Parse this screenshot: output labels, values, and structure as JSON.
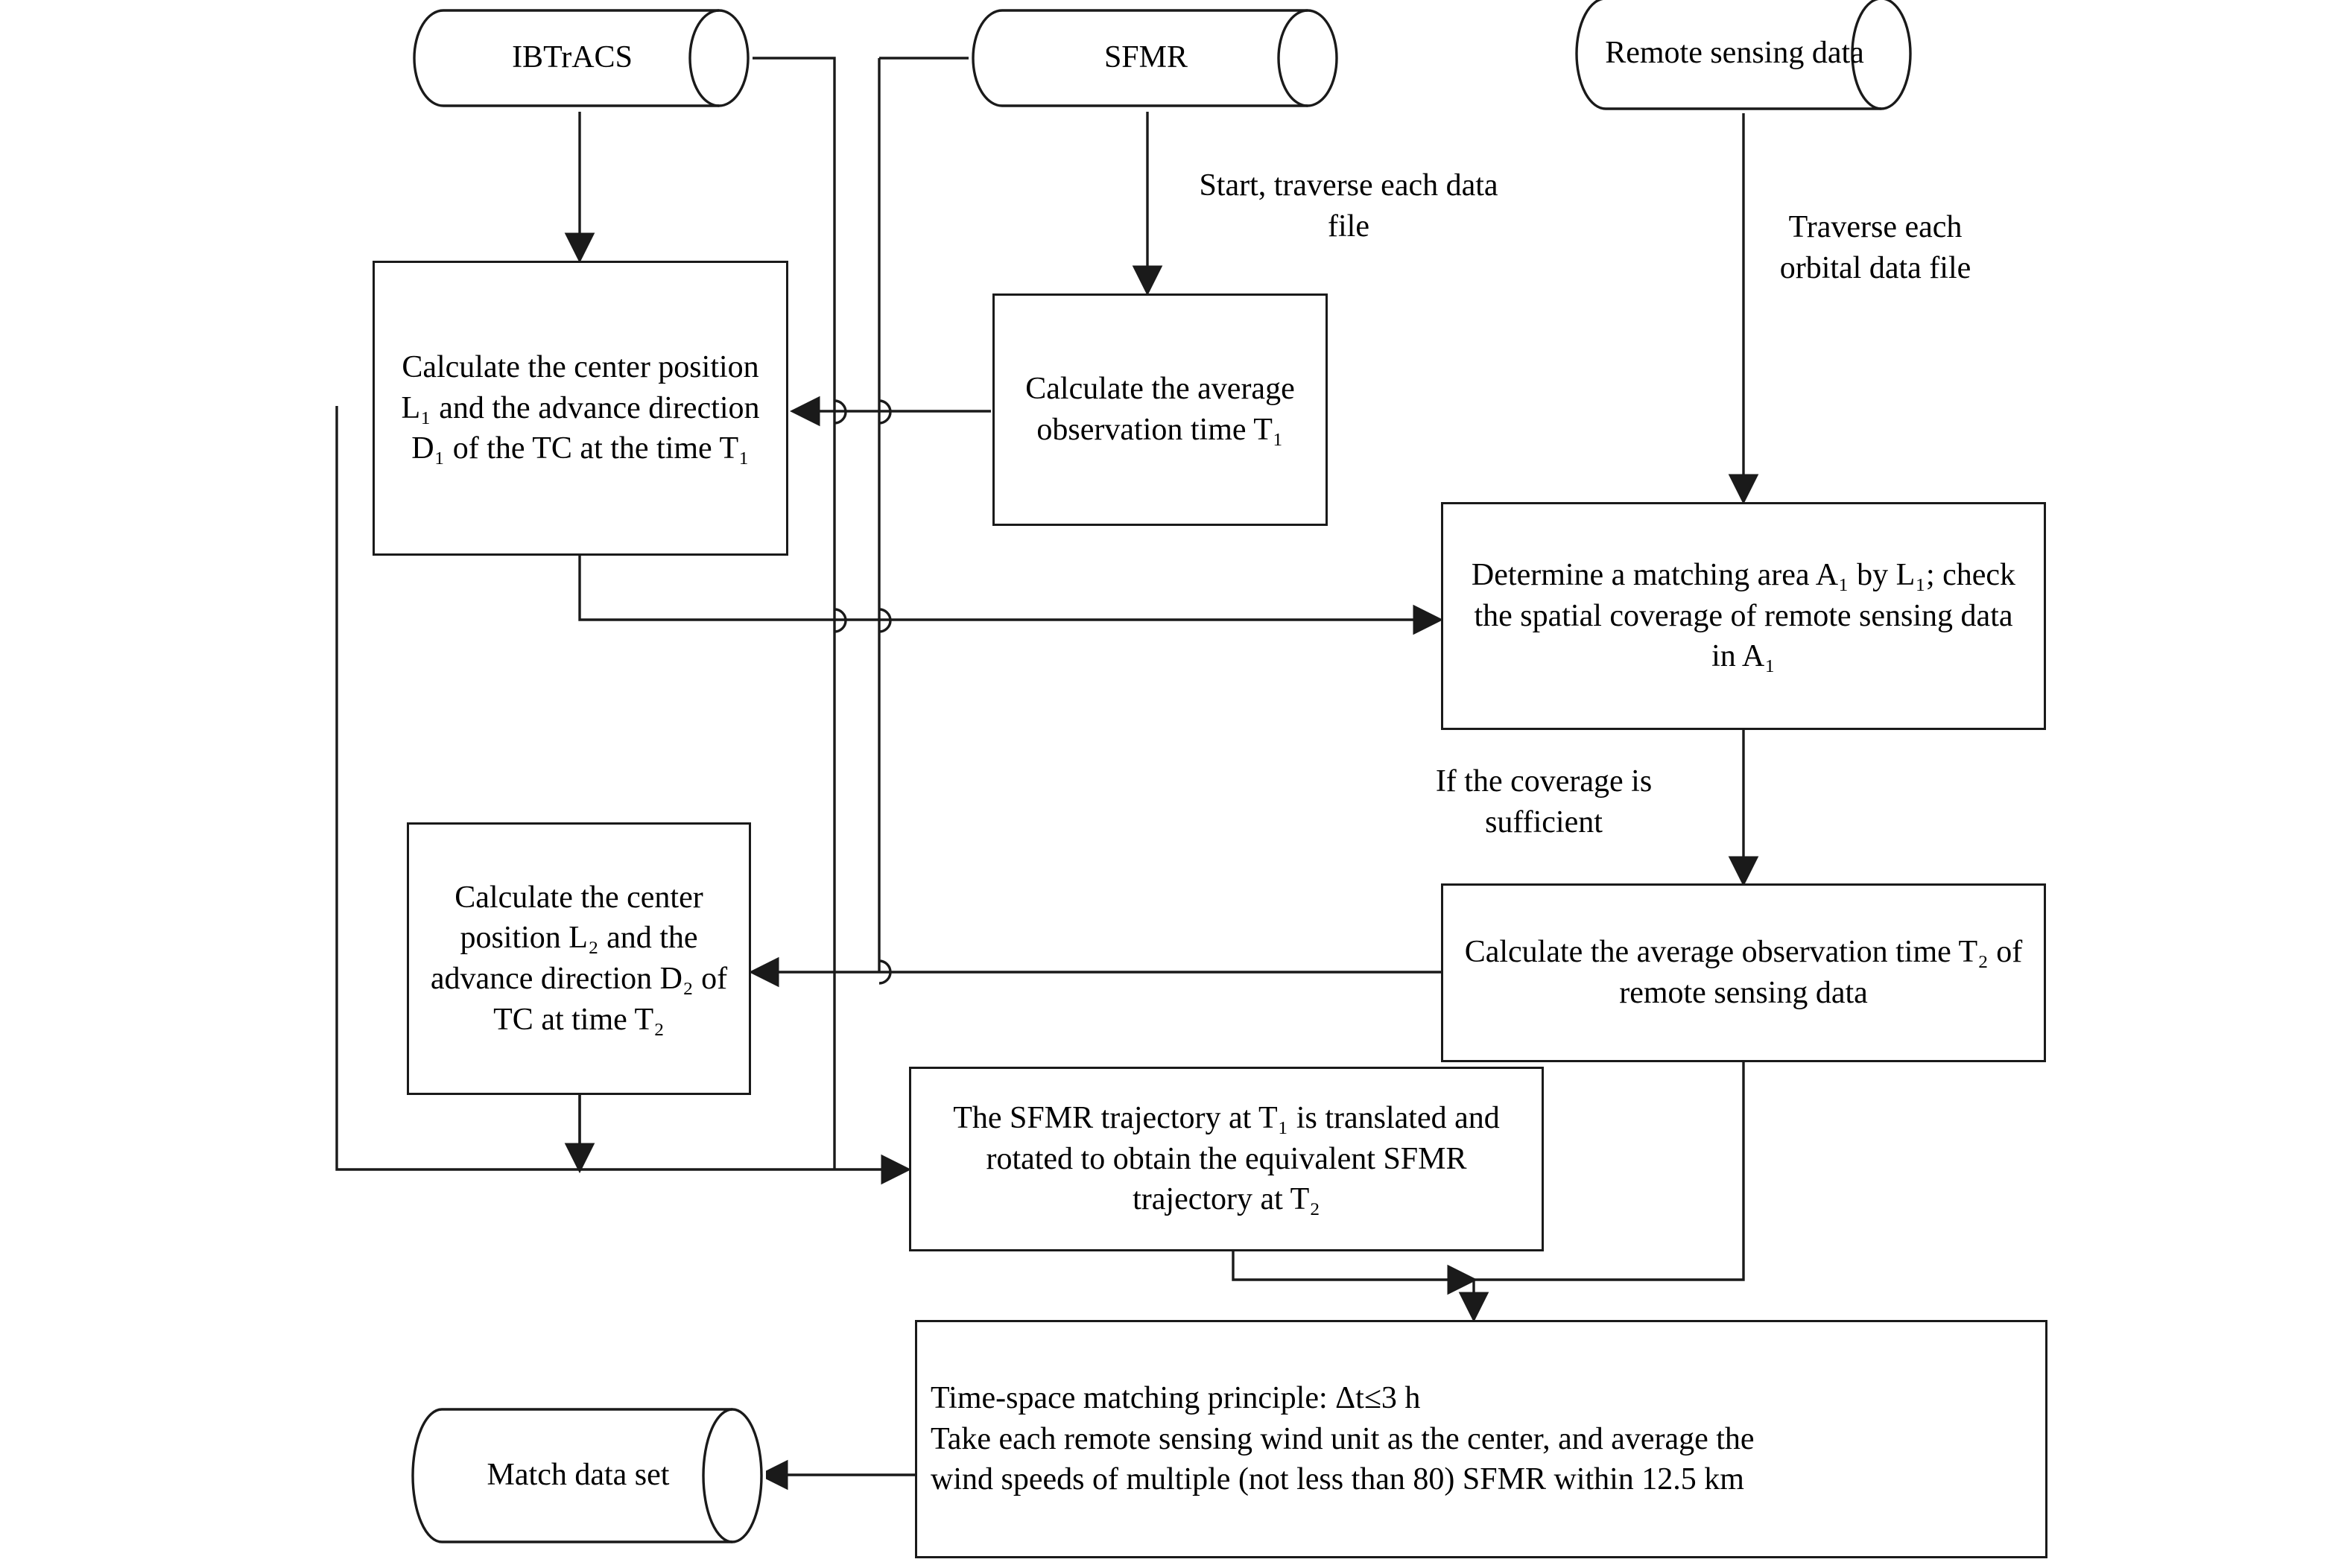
{
  "diagram": {
    "title": "Time-space matching flowchart",
    "nodes": {
      "ibtracs": {
        "label": "IBTrACS",
        "shape": "cylinder"
      },
      "sfmr": {
        "label": "SFMR",
        "shape": "cylinder"
      },
      "remote_sensing_data": {
        "label": "Remote sensing data",
        "shape": "cylinder"
      },
      "calc_center_t1": {
        "label": "Calculate the center position L₁ and the advance direction D₁ of the TC at the time T₁",
        "shape": "process"
      },
      "calc_avg_obs_time_t1": {
        "label": "Calculate the average observation time T₁",
        "shape": "process"
      },
      "determine_matching_area": {
        "label": "Determine a matching area A₁ by L₁; check the spatial coverage of remote sensing data in A₁",
        "shape": "process"
      },
      "calc_center_t2": {
        "label": "Calculate the center position L₂ and the advance direction D₂ of TC at time T₂",
        "shape": "process"
      },
      "calc_avg_obs_time_t2": {
        "label": "Calculate the average observation time T₂ of remote sensing data",
        "shape": "process"
      },
      "translate_rotate": {
        "label": "The SFMR trajectory at T₁ is translated and rotated to obtain the equivalent SFMR trajectory at T₂",
        "shape": "process"
      },
      "time_space_matching": {
        "line1": "Time-space matching principle: Δt≤3 h",
        "line2": "Take each remote sensing wind unit as the center, and average the",
        "line3": "wind speeds of multiple (not less than 80) SFMR within 12.5 km",
        "shape": "process"
      },
      "match_data_set": {
        "label": "Match data set",
        "shape": "cylinder"
      }
    },
    "edge_labels": {
      "start_traverse": "Start, traverse each data file",
      "traverse_orbital": "Traverse each orbital data file",
      "coverage_sufficient": "If the coverage is sufficient"
    },
    "colors": {
      "stroke": "#1a1a1a",
      "background": "#ffffff",
      "text": "#000000"
    }
  }
}
